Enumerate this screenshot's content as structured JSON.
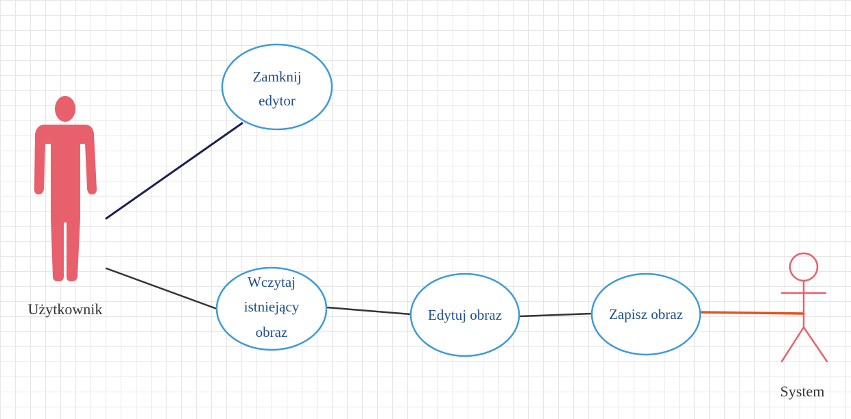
{
  "colors": {
    "grid": "#e6e6e6",
    "use_case_border": "#3d9ad9",
    "use_case_text": "#1f4f8c",
    "user_actor_fill": "#e8606b",
    "system_actor_stroke": "#e8606b",
    "line_navy": "#1b2156",
    "line_dark": "#333333",
    "line_orange": "#e8501c"
  },
  "actors": {
    "user": {
      "label": "Użytkownik",
      "icon": "person-solid-icon"
    },
    "system": {
      "label": "System",
      "icon": "stick-figure-icon"
    }
  },
  "use_cases": {
    "zamknij": {
      "line1": "Zamknij",
      "line2": "edytor"
    },
    "wczytaj": {
      "line1": "Wczytaj",
      "line2": "istniejący",
      "line3": "obraz"
    },
    "edytuj": {
      "line1": "Edytuj obraz"
    },
    "zapisz": {
      "line1": "Zapisz obraz"
    }
  }
}
